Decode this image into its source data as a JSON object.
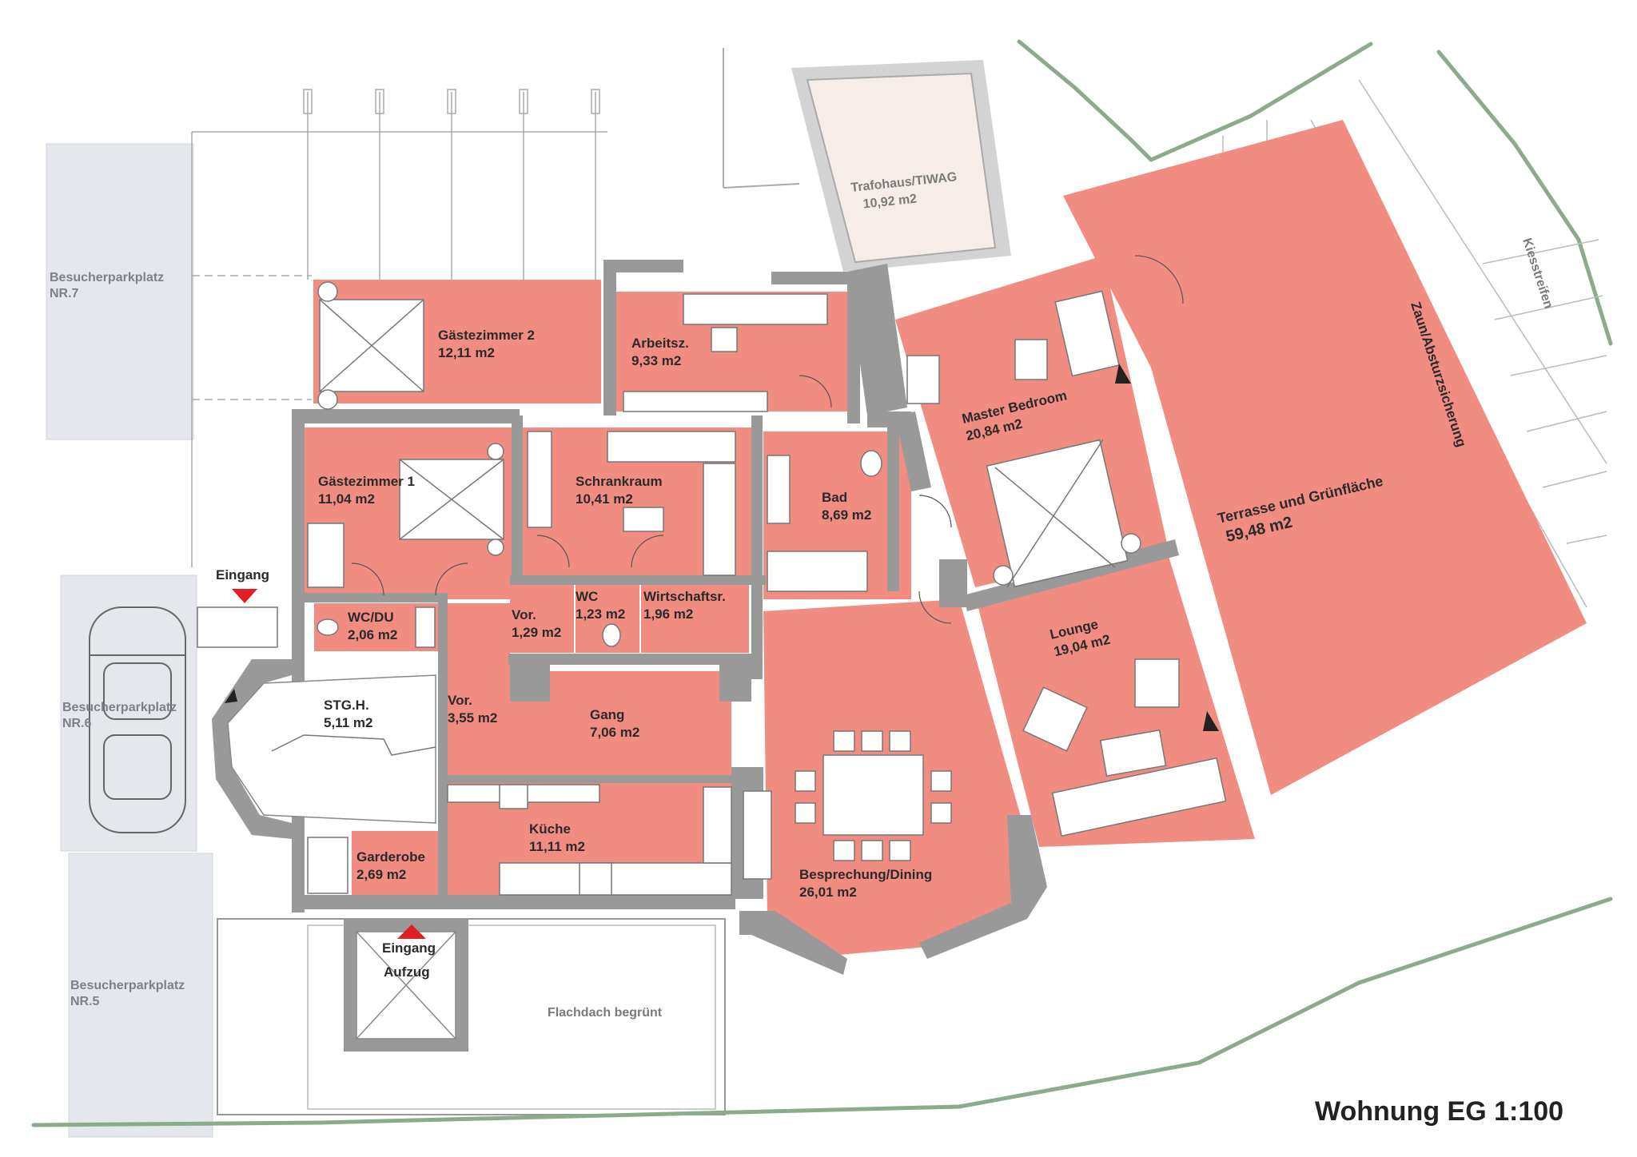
{
  "title": "Wohnung EG 1:100",
  "colors": {
    "room_fill": "#f08d80",
    "wall": "#999999",
    "parking": "#e4e8ec",
    "boundary": "#8cab8c",
    "entrance_marker": "#e02020"
  },
  "rooms": [
    {
      "id": "gaestezimmer-2",
      "name": "Gästezimmer 2",
      "area": "12,11 m2"
    },
    {
      "id": "arbeitsz",
      "name": "Arbeitsz.",
      "area": "9,33 m2"
    },
    {
      "id": "gaestezimmer-1",
      "name": "Gästezimmer 1",
      "area": "11,04 m2"
    },
    {
      "id": "schrankraum",
      "name": "Schrankraum",
      "area": "10,41 m2"
    },
    {
      "id": "bad",
      "name": "Bad",
      "area": "8,69 m2"
    },
    {
      "id": "master-bedroom",
      "name": "Master Bedroom",
      "area": "20,84 m2"
    },
    {
      "id": "wc-du",
      "name": "WC/DU",
      "area": "2,06 m2"
    },
    {
      "id": "vor-1",
      "name": "Vor.",
      "area": "1,29 m2"
    },
    {
      "id": "wc",
      "name": "WC",
      "area": "1,23 m2"
    },
    {
      "id": "wirtschaftsr",
      "name": "Wirtschaftsr.",
      "area": "1,96 m2"
    },
    {
      "id": "lounge",
      "name": "Lounge",
      "area": "19,04 m2"
    },
    {
      "id": "stgh",
      "name": "STG.H.",
      "area": "5,11 m2"
    },
    {
      "id": "vor-2",
      "name": "Vor.",
      "area": "3,55 m2"
    },
    {
      "id": "gang",
      "name": "Gang",
      "area": "7,06 m2"
    },
    {
      "id": "kueche",
      "name": "Küche",
      "area": "11,11 m2"
    },
    {
      "id": "garderobe",
      "name": "Garderobe",
      "area": "2,69 m2"
    },
    {
      "id": "dining",
      "name": "Besprechung/Dining",
      "area": "26,01 m2"
    },
    {
      "id": "terrasse",
      "name": "Terrasse und Grünfläche",
      "area": "59,48 m2"
    },
    {
      "id": "trafohaus",
      "name": "Trafohaus/TIWAG",
      "area": "10,92 m2"
    }
  ],
  "parking": [
    {
      "name": "Besucherparkplatz",
      "number": "NR.7"
    },
    {
      "name": "Besucherparkplatz",
      "number": "NR.6"
    },
    {
      "name": "Besucherparkplatz",
      "number": "NR.5"
    }
  ],
  "labels": {
    "eingang": "Eingang",
    "eingang_aufzug_1": "Eingang",
    "eingang_aufzug_2": "Aufzug",
    "flachdach": "Flachdach begrünt",
    "kiesstreifen": "Kiesstreifen",
    "zaun": "Zaun/Absturzsicherung"
  }
}
